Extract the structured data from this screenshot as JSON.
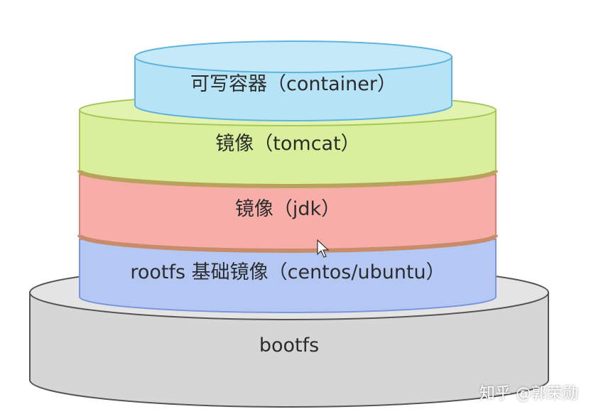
{
  "layers": {
    "container": {
      "label": "可写容器（container）",
      "fill": "#b7e3f7",
      "stroke": "#5fb3dc"
    },
    "tomcat": {
      "label": "镜像（tomcat）",
      "fill": "#d9ef9c",
      "stroke": "#a6c85a"
    },
    "jdk": {
      "label": "镜像（jdk）",
      "fill": "#f7aea9",
      "stroke": "#d9807a"
    },
    "rootfs": {
      "label": "rootfs 基础镜像（centos/ubuntu）",
      "fill": "#b5c8f4",
      "stroke": "#7b96dc"
    },
    "bootfs": {
      "label": "bootfs",
      "fill": "#d6d6d6",
      "stroke": "#555555"
    }
  },
  "watermark": "知乎 @郭荣勋"
}
